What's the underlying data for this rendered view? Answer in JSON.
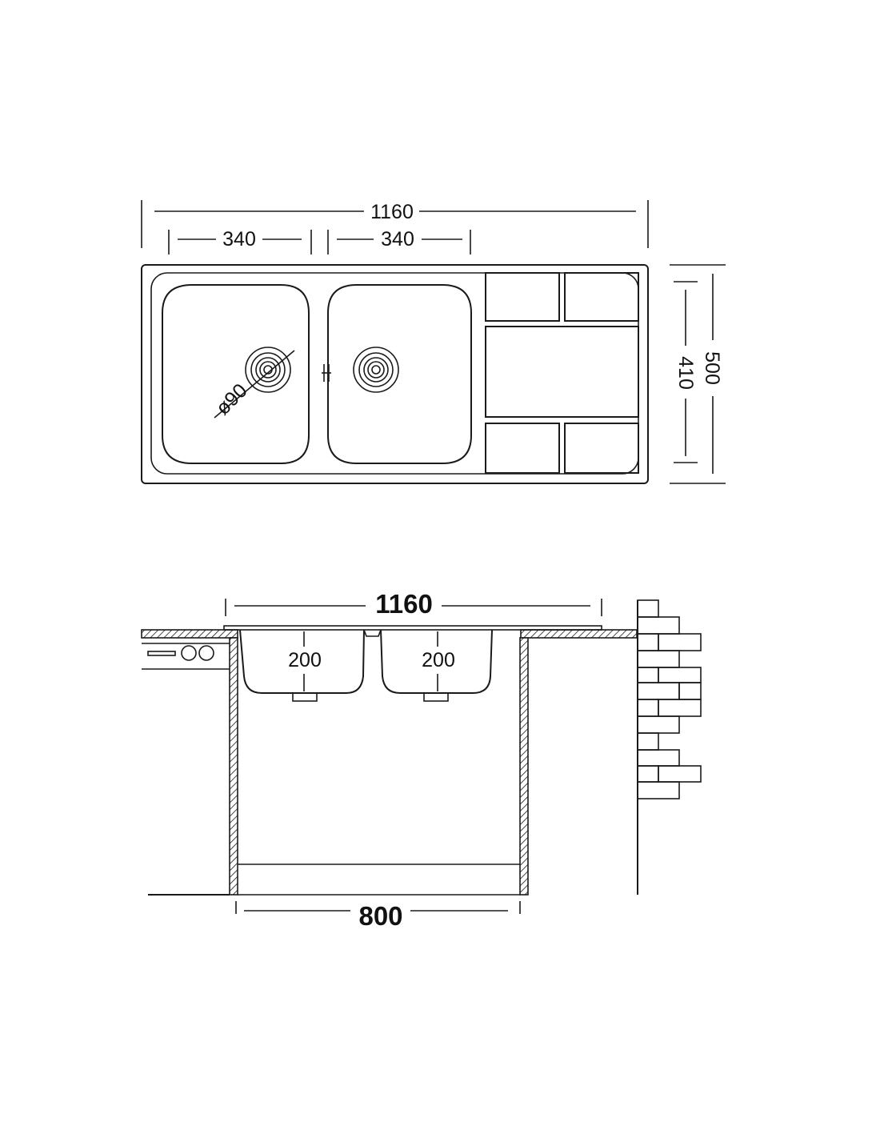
{
  "top_view": {
    "overall_width": "1160",
    "bowl_left_width": "340",
    "bowl_right_width": "340",
    "drain_diameter": "ø90",
    "inner_depth": "410",
    "overall_depth": "500"
  },
  "side_view": {
    "overall_width": "1160",
    "bowl_left_depth": "200",
    "bowl_right_depth": "200",
    "cabinet_width": "800"
  }
}
